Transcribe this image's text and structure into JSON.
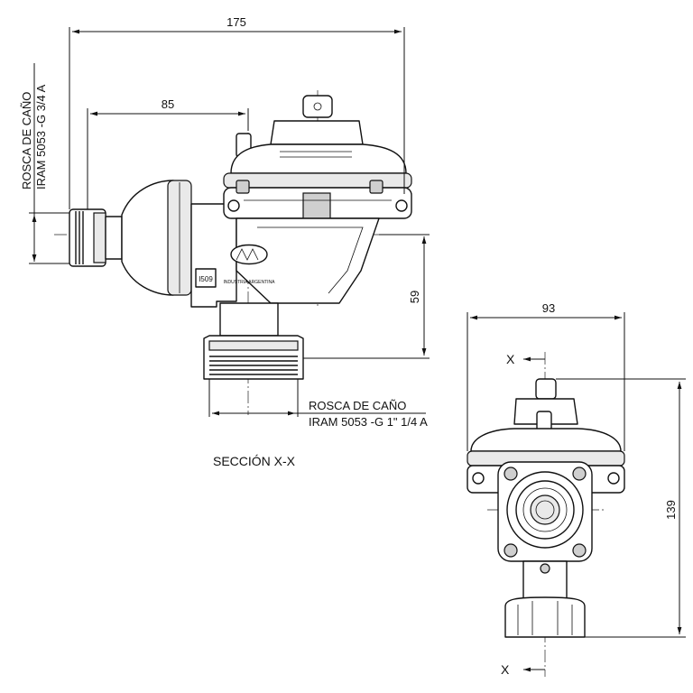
{
  "dimensions": {
    "overall_width": "175",
    "inlet_offset": "85",
    "outlet_height": "59",
    "side_width": "93",
    "side_height": "139"
  },
  "labels": {
    "inlet_thread_line1": "ROSCA DE CAÑO",
    "inlet_thread_line2": "IRAM 5053 -G 3/4 A",
    "outlet_thread_line1": "ROSCA DE CAÑO",
    "outlet_thread_line2": "IRAM 5053 -G 1\" 1/4 A",
    "section_title": "SECCIÓN  X-X",
    "section_mark_top": "X",
    "section_mark_bottom": "X",
    "body_stamp_code": "I509",
    "body_logo_text": "INDUSTRIA ARGENTINA"
  }
}
